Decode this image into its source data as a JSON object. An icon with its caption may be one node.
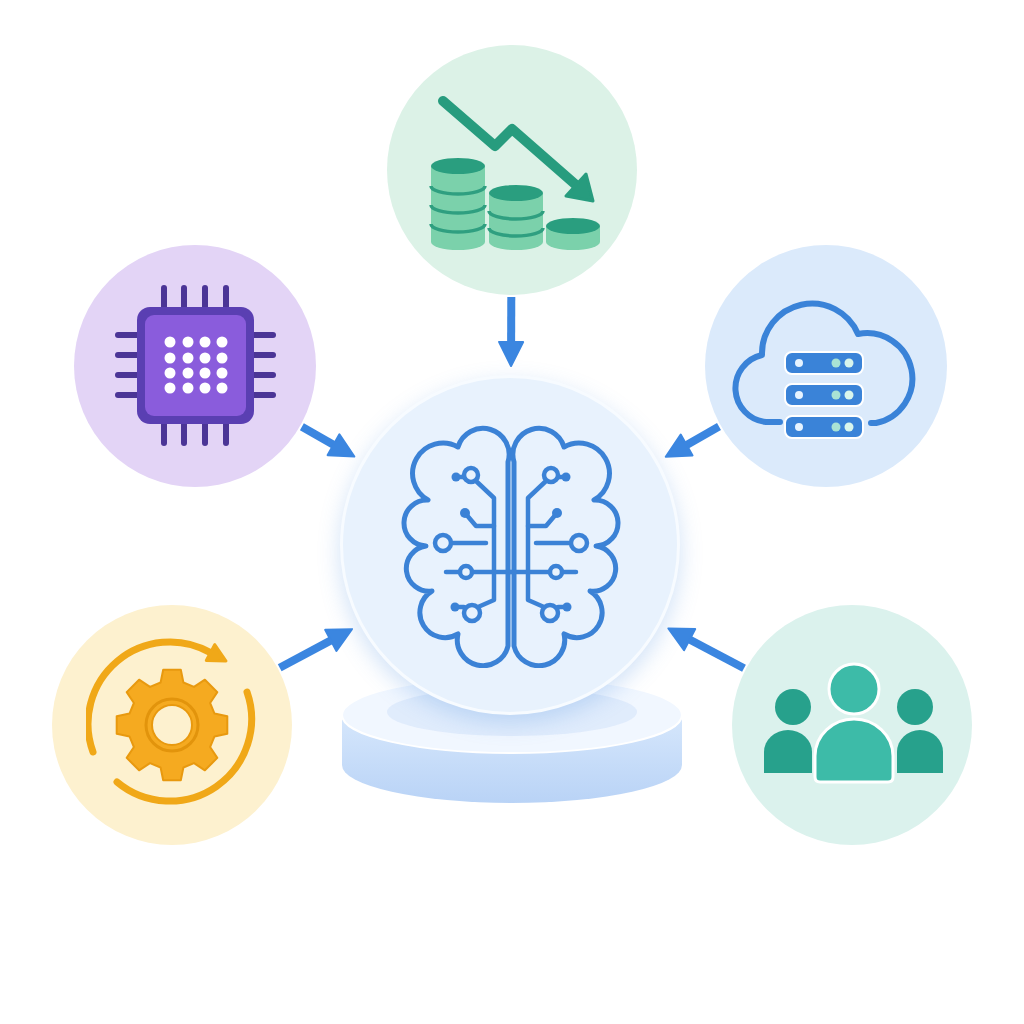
{
  "diagram": {
    "nodes": [
      {
        "text": [],
        "shape": "circle"
      },
      {
        "text": [],
        "shape": "circle"
      },
      {
        "text": [],
        "shape": "circle"
      },
      {
        "text": [],
        "shape": "circle"
      },
      {
        "text": [],
        "shape": "circle"
      },
      {
        "text": [],
        "shape": "circle"
      }
    ],
    "edges": [
      {
        "from": 0,
        "to": 3,
        "arrow": "to"
      },
      {
        "from": 1,
        "to": 3,
        "arrow": "to"
      },
      {
        "from": 2,
        "to": 3,
        "arrow": "to"
      },
      {
        "from": 4,
        "to": 3,
        "arrow": "to"
      },
      {
        "from": 5,
        "to": 3,
        "arrow": "to"
      }
    ]
  }
}
